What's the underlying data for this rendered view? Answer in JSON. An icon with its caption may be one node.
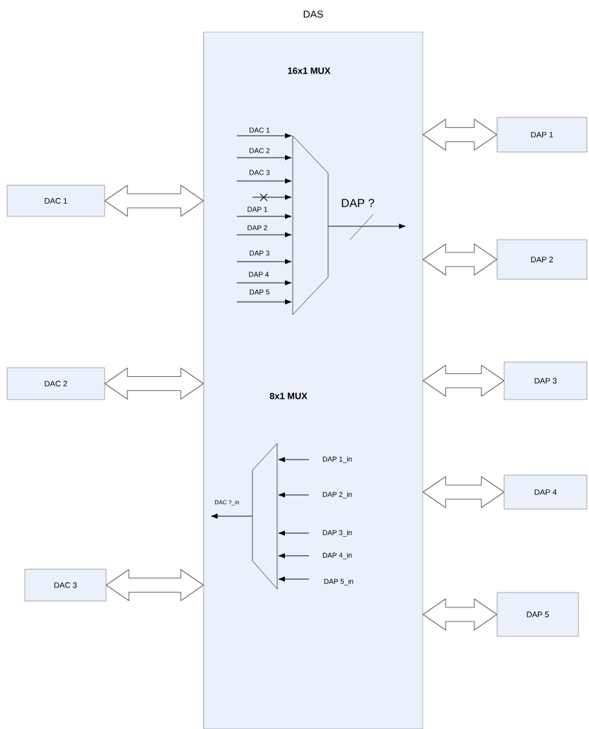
{
  "diagram": {
    "nodes": [
      {
        "text": [
          "DAS"
        ]
      },
      {
        "text": [
          "DAC 1"
        ]
      },
      {
        "text": [
          "DAC 2"
        ]
      },
      {
        "text": [
          "DAC 3"
        ]
      },
      {
        "text": [
          "DAP 1"
        ]
      },
      {
        "text": [
          "DAP 2"
        ]
      },
      {
        "text": [
          "DAP 3"
        ]
      },
      {
        "text": [
          "DAP 4"
        ]
      },
      {
        "text": [
          "DAP 5"
        ]
      },
      {
        "text": [],
        "shape": "trapezoid",
        "in": 0
      },
      {
        "text": [],
        "shape": "trapezoid",
        "in": 0
      }
    ],
    "labels": [
      "16x1 MUX",
      "8x1 MUX"
    ],
    "edges": [
      {
        "from": 1,
        "to": 0,
        "arrow": "both",
        "style": "thick"
      },
      {
        "from": 2,
        "to": 0,
        "arrow": "both",
        "style": "thick"
      },
      {
        "from": 3,
        "to": 0,
        "arrow": "both",
        "style": "thick"
      },
      {
        "from": 0,
        "to": 4,
        "arrow": "both",
        "style": "thick"
      },
      {
        "from": 0,
        "to": 5,
        "arrow": "both",
        "style": "thick"
      },
      {
        "from": 0,
        "to": 6,
        "arrow": "both",
        "style": "thick"
      },
      {
        "from": 0,
        "to": 7,
        "arrow": "both",
        "style": "thick"
      },
      {
        "from": 0,
        "to": 8,
        "arrow": "both",
        "style": "thick"
      },
      {
        "from": null,
        "to": 9,
        "arrow": "to",
        "label": "DAC 1"
      },
      {
        "from": null,
        "to": 9,
        "arrow": "to",
        "label": "DAC 2"
      },
      {
        "from": null,
        "to": 9,
        "arrow": "to",
        "label": "DAC 3"
      },
      {
        "from": null,
        "to": 9,
        "arrow": "to"
      },
      {
        "from": null,
        "to": 9,
        "arrow": "to",
        "label": "DAP 1"
      },
      {
        "from": null,
        "to": 9,
        "arrow": "to",
        "label": "DAP 2"
      },
      {
        "from": null,
        "to": 9,
        "arrow": "to",
        "label": "DAP 3"
      },
      {
        "from": null,
        "to": 9,
        "arrow": "to",
        "label": "DAP 4"
      },
      {
        "from": null,
        "to": 9,
        "arrow": "to",
        "label": "DAP 5"
      },
      {
        "from": 9,
        "to": null,
        "arrow": "to",
        "label": "DAP ?"
      },
      {
        "from": null,
        "to": 10,
        "arrow": "to",
        "label": "DAP 1_in"
      },
      {
        "from": null,
        "to": 10,
        "arrow": "to",
        "label": "DAP 2_in"
      },
      {
        "from": null,
        "to": 10,
        "arrow": "to",
        "label": "DAP 3_in"
      },
      {
        "from": null,
        "to": 10,
        "arrow": "to",
        "label": "DAP 4_in"
      },
      {
        "from": null,
        "to": 10,
        "arrow": "to",
        "label": "DAP 5_in"
      },
      {
        "from": 10,
        "to": null,
        "arrow": "to",
        "label": "DAC ?_in"
      }
    ]
  }
}
